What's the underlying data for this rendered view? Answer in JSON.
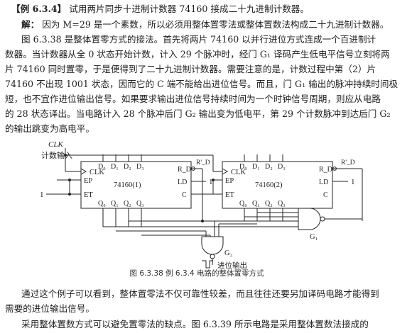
{
  "example": {
    "label": "【例 6.3.4】",
    "title": "试用两片同步十进制计数器 74160 接成二十九进制计数器。"
  },
  "solution": {
    "label": "解：",
    "line1": "因为 M=29 是一个素数，所以必须用整体置零法或整体置数法构成二十九进制计数器。",
    "p1": [
      "图 6.3.38 是整体置零方式的接法。首先将两片 74160 以并行进位方式连成一个百进制计",
      "数器。当计数器从全 0 状态开始计数，计入 29 个脉冲时，经门 G₁ 译码产生低电平信号立刻将两",
      "片 74160 同时置零，于是便得到了二十九进制计数器。需要注意的是，计数过程中第（2）片",
      "74160 不出现 1001 状态，因而它的 C 端不能给出进位信号。而且，门 G₁ 输出的脉冲持续时间极",
      "短，也不宜作进位输出信号。如果要求输出进位信号持续时间为一个时钟信号周期，则应从电路",
      "的 28 状态译出。当电路计入 28 个脉冲后门 G₂ 输出变为低电平，第 29 个计数脉冲到达后门 G₂",
      "的输出跳变为高电平。"
    ]
  },
  "figure": {
    "clk_label": "CLK",
    "clk_input_label": "计数输入",
    "one_label": "1",
    "chip1_name": "74160(1)",
    "chip2_name": "74160(2)",
    "pins_left": [
      "CLK",
      "EP",
      "ET"
    ],
    "pins_top": [
      "D₀",
      "D₁",
      "D₂",
      "D₃"
    ],
    "pins_bottom": [
      "Q₀",
      "Q₁",
      "Q₂",
      "Q₃"
    ],
    "pin_rd": "R_D",
    "pin_rd_prime": "R'_D",
    "pin_ld": "LD",
    "pin_c": "C",
    "gate1": "G₁",
    "gate2": "G₂",
    "carry_out_label": "进位输出",
    "caption": "图 6.3.38   例 6.3.4 电路的整体置零方式"
  },
  "after": {
    "p2a": "通过这个例子可以看到，整体置零法不仅可靠性较差，而且往往还要另加译码电路才能得到",
    "p2b": "需要的进位输出信号。",
    "p3": "采用整体置数方式可以避免置零法的缺点。图 6.3.39 所示电路是采用整体置数法接成的"
  }
}
